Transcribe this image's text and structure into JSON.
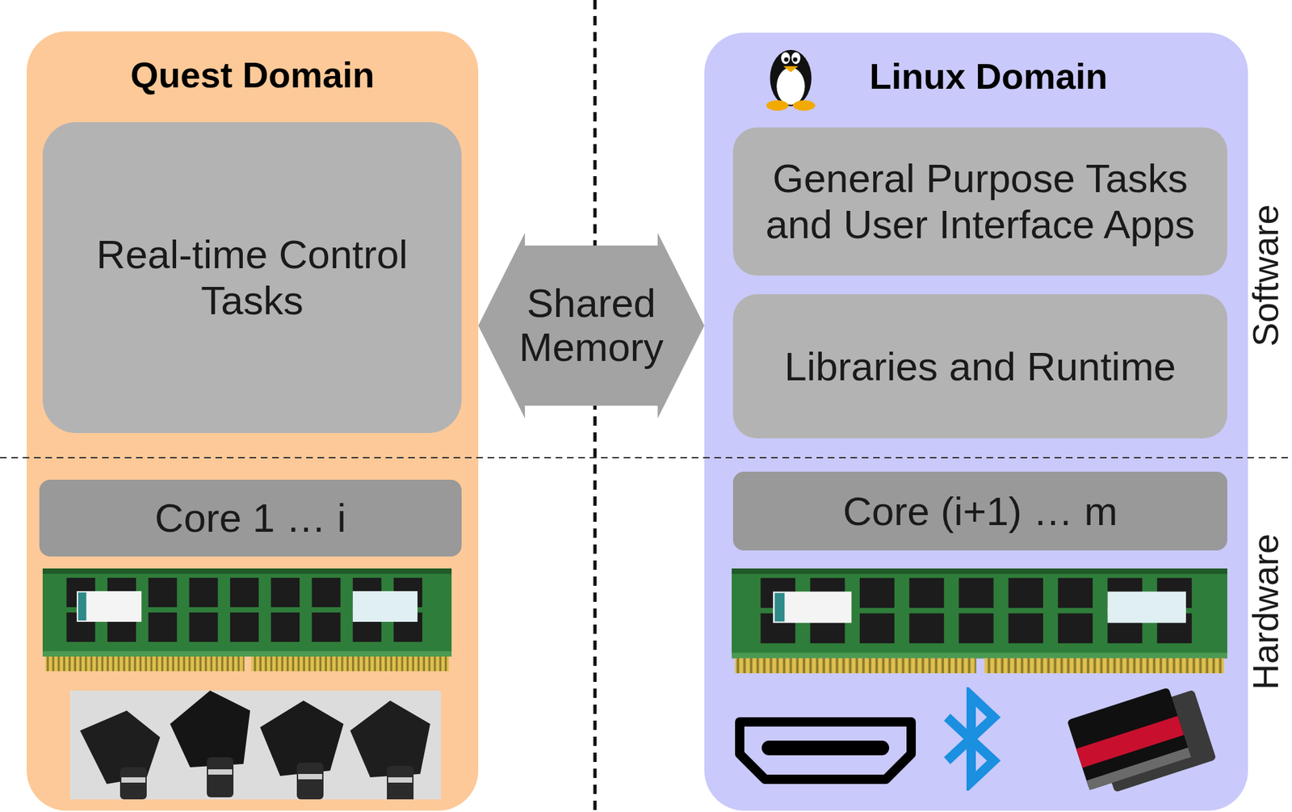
{
  "diagram": {
    "nodes": [
      {
        "text": [
          "Quest Domain"
        ]
      },
      {
        "text": [
          "Real-time Control Tasks"
        ],
        "in": 0
      },
      {
        "text": [
          "Core 1 … i"
        ],
        "in": 0
      },
      {
        "text": [
          "Linux Domain"
        ]
      },
      {
        "text": [
          "General Purpose Tasks and User Interface Apps"
        ],
        "in": 3
      },
      {
        "text": [
          "Libraries and Runtime"
        ],
        "in": 3
      },
      {
        "text": [
          "Core (i+1) … m"
        ],
        "in": 3
      }
    ],
    "edges": [
      {
        "from": 0,
        "to": 3,
        "label": "Shared Memory",
        "arrow": "both"
      }
    ],
    "labels": [
      "Software",
      "Hardware"
    ]
  }
}
